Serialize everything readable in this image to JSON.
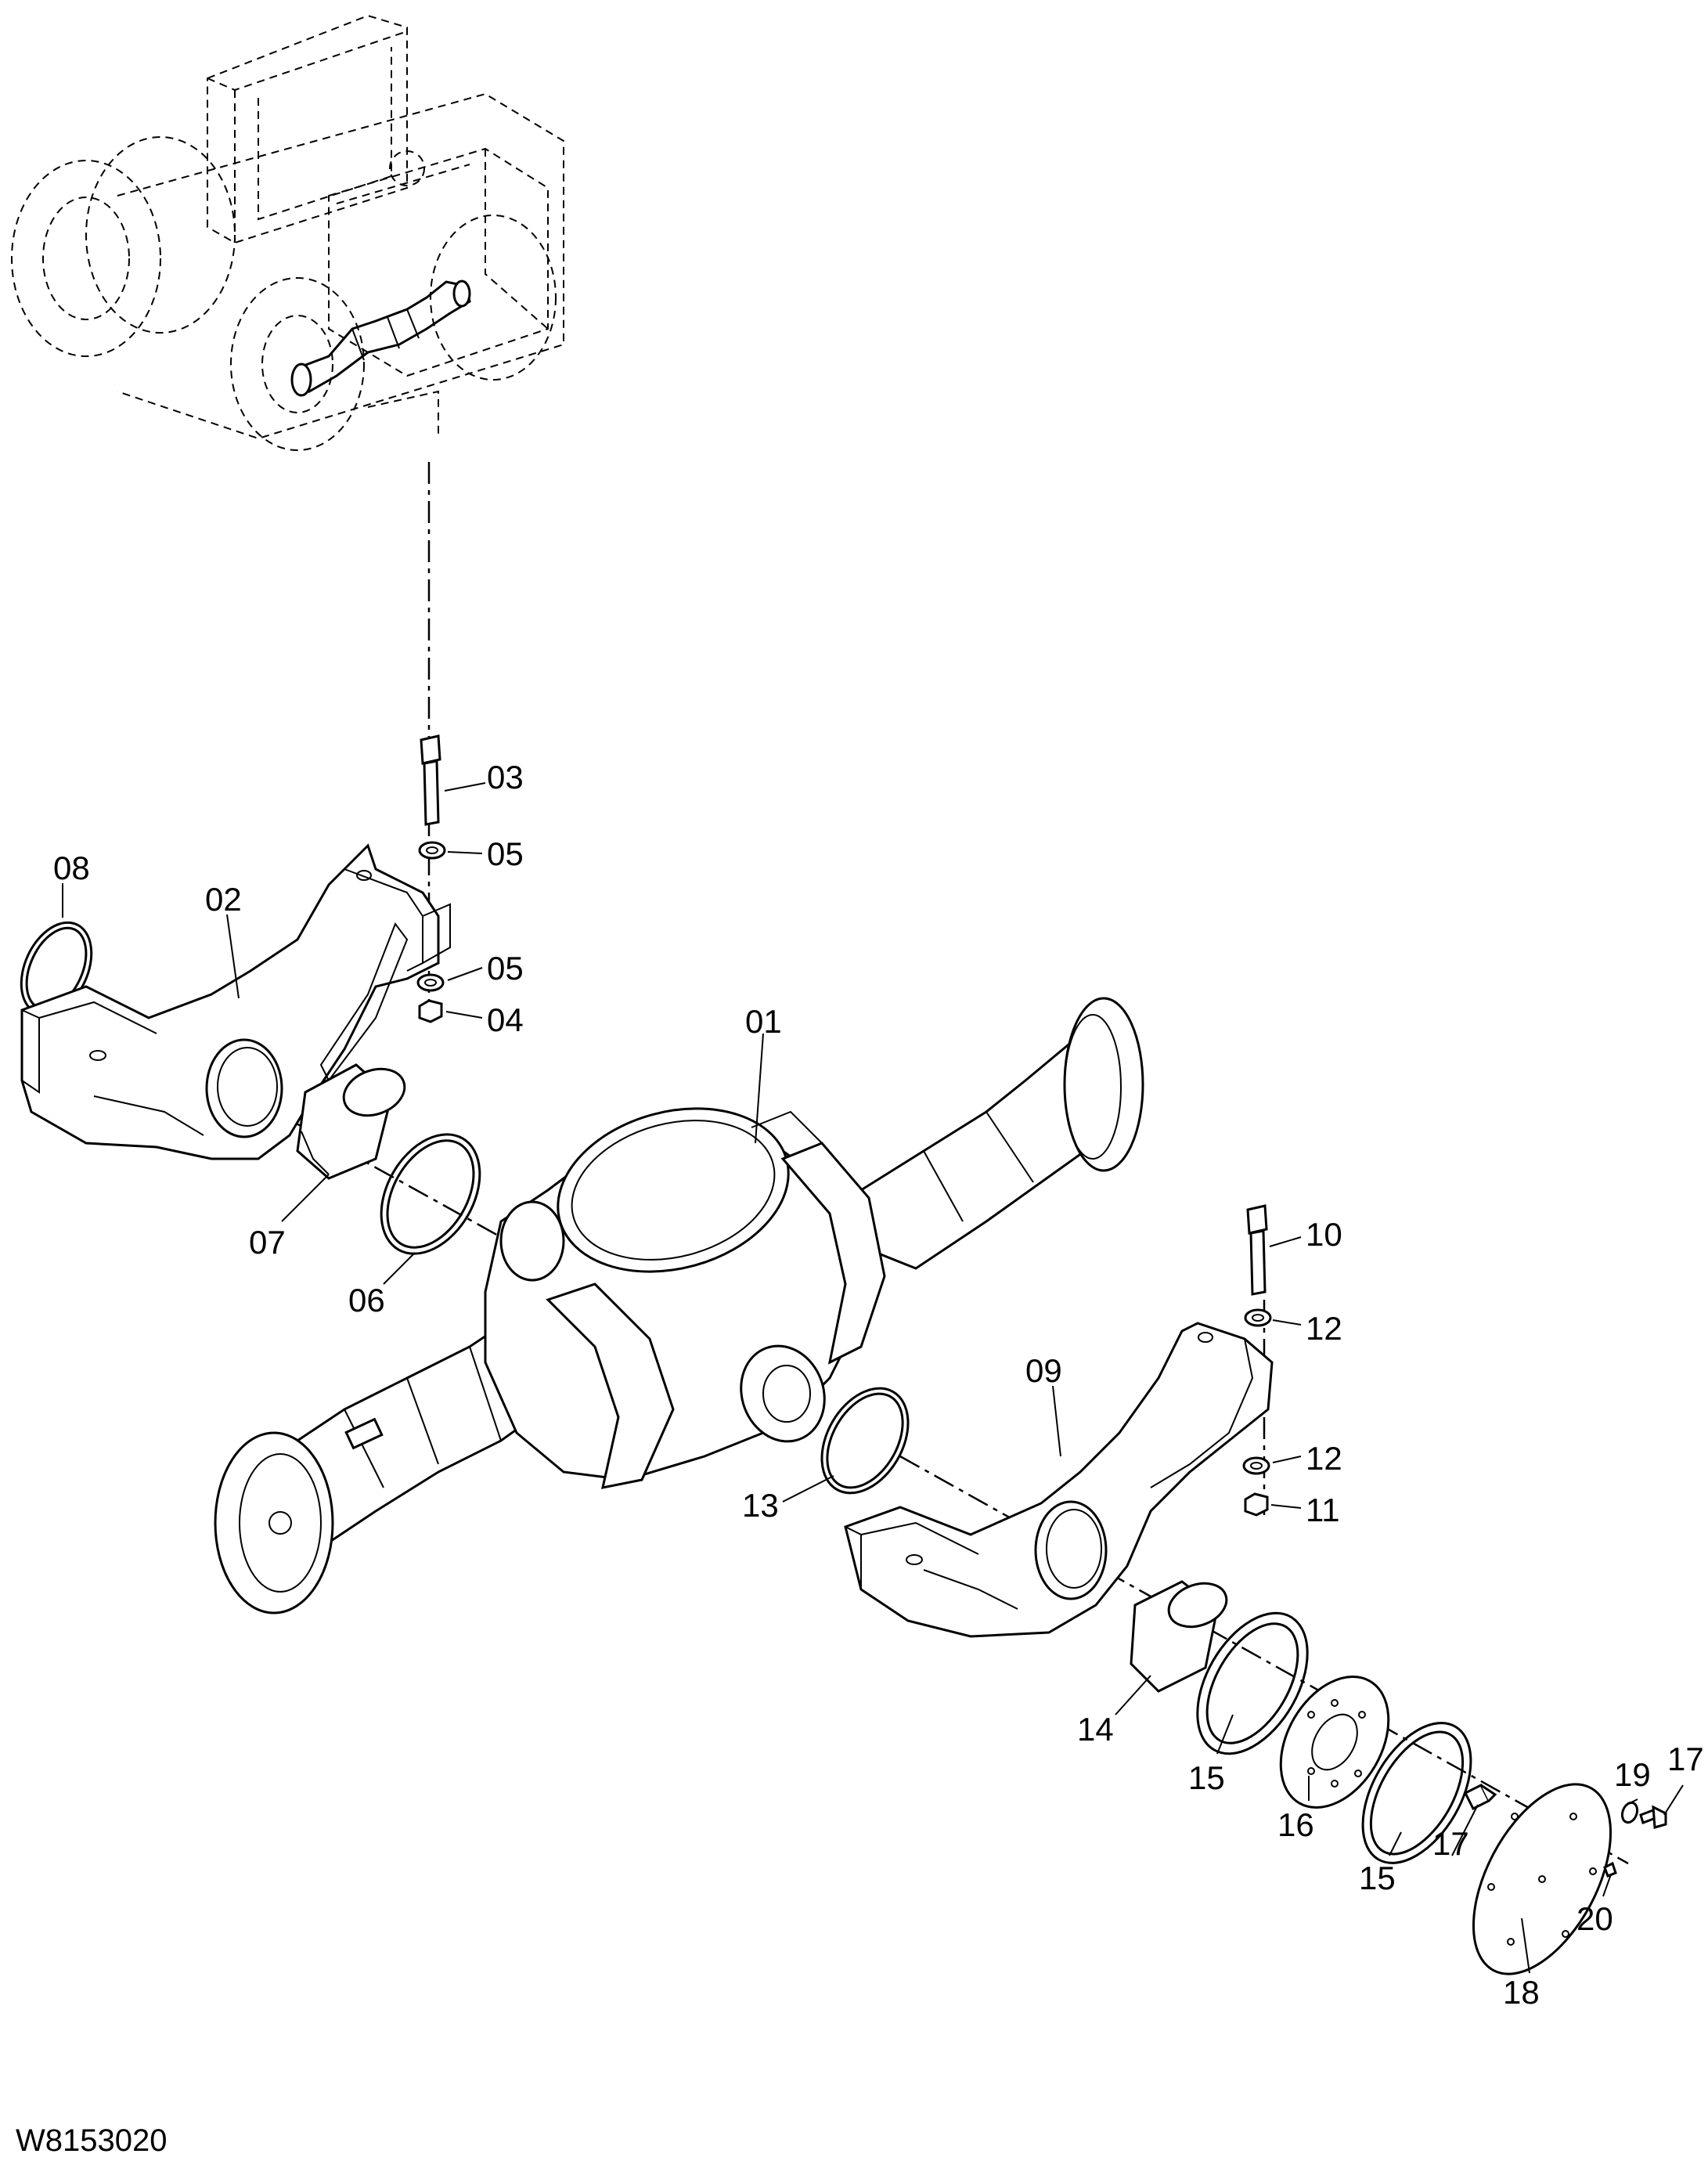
{
  "drawing_code": "W8153020",
  "callouts": [
    {
      "id": "01",
      "text": "01"
    },
    {
      "id": "02",
      "text": "02"
    },
    {
      "id": "03",
      "text": "03"
    },
    {
      "id": "04",
      "text": "04"
    },
    {
      "id": "05a",
      "text": "05"
    },
    {
      "id": "05b",
      "text": "05"
    },
    {
      "id": "06",
      "text": "06"
    },
    {
      "id": "07",
      "text": "07"
    },
    {
      "id": "08",
      "text": "08"
    },
    {
      "id": "09",
      "text": "09"
    },
    {
      "id": "10",
      "text": "10"
    },
    {
      "id": "11",
      "text": "11"
    },
    {
      "id": "12a",
      "text": "12"
    },
    {
      "id": "12b",
      "text": "12"
    },
    {
      "id": "13",
      "text": "13"
    },
    {
      "id": "14",
      "text": "14"
    },
    {
      "id": "15a",
      "text": "15"
    },
    {
      "id": "15b",
      "text": "15"
    },
    {
      "id": "16",
      "text": "16"
    },
    {
      "id": "17a",
      "text": "17"
    },
    {
      "id": "17b",
      "text": "17"
    },
    {
      "id": "18",
      "text": "18"
    },
    {
      "id": "19",
      "text": "19"
    },
    {
      "id": "20",
      "text": "20"
    }
  ]
}
